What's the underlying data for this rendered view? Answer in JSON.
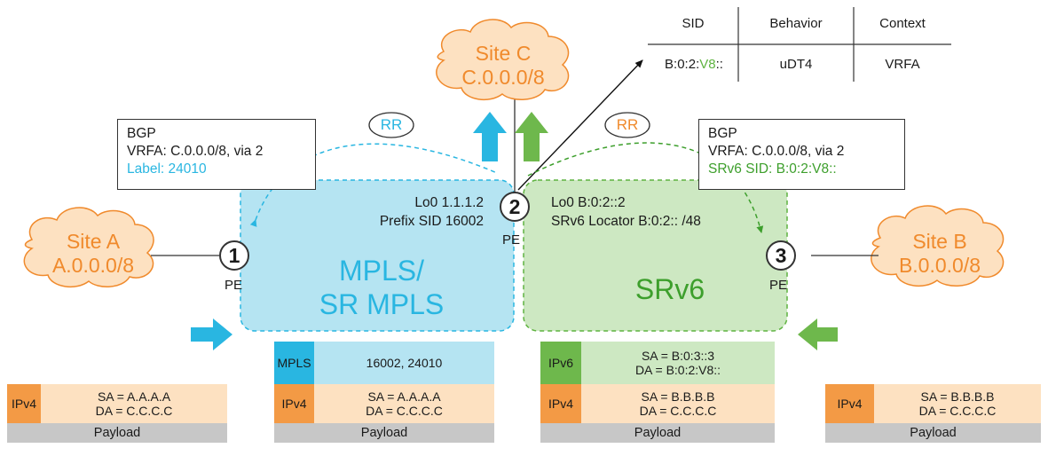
{
  "colors": {
    "cyan": "#29b6e1",
    "cyan_fill": "#b5e4f2",
    "green": "#5fb341",
    "green_fill": "#cde8c2",
    "green_text": "#3d9f2c",
    "orange": "#f08a2c",
    "orange_fill": "#fde1c1",
    "ipv4_tag": "#f39a45",
    "ipv6_tag": "#6eb84c",
    "mpls_tag": "#29b6e1",
    "payload": "#c7c7c7"
  },
  "sid_table": {
    "headers": [
      "SID",
      "Behavior",
      "Context"
    ],
    "row": {
      "sid_prefix": "B:0:2:",
      "sid_highlight": "V8",
      "sid_suffix": "::",
      "behavior": "uDT4",
      "context": "VRFA"
    }
  },
  "sites": {
    "a": {
      "name": "Site A",
      "prefix": "A.0.0.0/8"
    },
    "b": {
      "name": "Site B",
      "prefix": "B.0.0.0/8"
    },
    "c": {
      "name": "Site C",
      "prefix": "C.0.0.0/8"
    }
  },
  "route_reflectors": {
    "left": "RR",
    "right": "RR"
  },
  "bgp_left": {
    "line1": "BGP",
    "line2": "VRFA: C.0.0.0/8, via 2",
    "line3": "Label: 24010"
  },
  "bgp_right": {
    "line1": "BGP",
    "line2": "VRFA: C.0.0.0/8, via 2",
    "line3": "SRv6 SID: B:0:2:V8::"
  },
  "nodes": {
    "n1": "1",
    "n2": "2",
    "n3": "3",
    "pe_label": "PE"
  },
  "mpls_domain": {
    "line1": "MPLS/",
    "line2": "SR MPLS",
    "lo0": "Lo0 1.1.1.2",
    "prefix_sid": "Prefix SID 16002"
  },
  "srv6_domain": {
    "label": "SRv6",
    "lo0": "Lo0 B:0:2::2",
    "locator": "SRv6 Locator B:0:2:: /48"
  },
  "packets": {
    "p1": {
      "ipv4_tag": "IPv4",
      "sa": "SA = A.A.A.A",
      "da": "DA = C.C.C.C",
      "payload": "Payload"
    },
    "p2": {
      "mpls_tag": "MPLS",
      "labels": "16002, 24010",
      "ipv4_tag": "IPv4",
      "sa": "SA = A.A.A.A",
      "da": "DA = C.C.C.C",
      "payload": "Payload"
    },
    "p3": {
      "ipv6_tag": "IPv6",
      "v6_sa": "SA = B:0:3::3",
      "v6_da": "DA = B:0:2:V8::",
      "ipv4_tag": "IPv4",
      "sa": "SA = B.B.B.B",
      "da": "DA = C.C.C.C",
      "payload": "Payload"
    },
    "p4": {
      "ipv4_tag": "IPv4",
      "sa": "SA = B.B.B.B",
      "da": "DA = C.C.C.C",
      "payload": "Payload"
    }
  }
}
